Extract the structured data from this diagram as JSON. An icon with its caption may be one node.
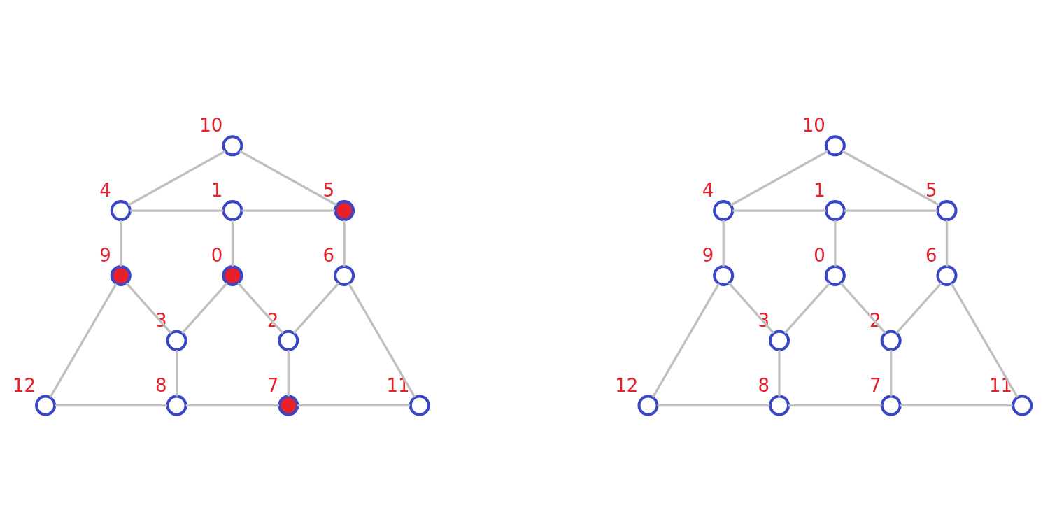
{
  "diagram": {
    "nodes": [
      {
        "text": [],
        "shape": "circle",
        "beside": [
          "10"
        ]
      },
      {
        "text": [],
        "shape": "circle",
        "beside": [
          "4"
        ]
      },
      {
        "text": [],
        "shape": "circle",
        "beside": [
          "1"
        ]
      },
      {
        "text": [],
        "shape": "circle",
        "beside": [
          "5"
        ]
      },
      {
        "text": [],
        "shape": "circle",
        "beside": [
          "9"
        ]
      },
      {
        "text": [],
        "shape": "circle",
        "beside": [
          "0"
        ]
      },
      {
        "text": [],
        "shape": "circle",
        "beside": [
          "6"
        ]
      },
      {
        "text": [],
        "shape": "circle",
        "beside": [
          "3"
        ]
      },
      {
        "text": [],
        "shape": "circle",
        "beside": [
          "2"
        ]
      },
      {
        "text": [],
        "shape": "circle",
        "beside": [
          "12"
        ]
      },
      {
        "text": [],
        "shape": "circle",
        "beside": [
          "11"
        ]
      },
      {
        "text": [],
        "shape": "circle",
        "beside": [
          "8"
        ]
      },
      {
        "text": [],
        "shape": "circle",
        "beside": [
          "7"
        ]
      },
      {
        "text": [],
        "shape": "circle",
        "beside": [
          "10"
        ]
      },
      {
        "text": [],
        "shape": "circle",
        "beside": [
          "4"
        ]
      },
      {
        "text": [],
        "shape": "circle",
        "beside": [
          "1"
        ]
      },
      {
        "text": [],
        "shape": "circle",
        "beside": [
          "5"
        ]
      },
      {
        "text": [],
        "shape": "circle",
        "beside": [
          "9"
        ]
      },
      {
        "text": [],
        "shape": "circle",
        "beside": [
          "0"
        ]
      },
      {
        "text": [],
        "shape": "circle",
        "beside": [
          "6"
        ]
      },
      {
        "text": [],
        "shape": "circle",
        "beside": [
          "3"
        ]
      },
      {
        "text": [],
        "shape": "circle",
        "beside": [
          "2"
        ]
      },
      {
        "text": [],
        "shape": "circle",
        "beside": [
          "12"
        ]
      },
      {
        "text": [],
        "shape": "circle",
        "beside": [
          "11"
        ]
      },
      {
        "text": [],
        "shape": "circle",
        "beside": [
          "8"
        ]
      },
      {
        "text": [],
        "shape": "circle",
        "beside": [
          "7"
        ]
      }
    ],
    "edges": [
      {
        "from": 0,
        "to": 1,
        "arrow": "none"
      },
      {
        "from": 0,
        "to": 3,
        "arrow": "none"
      },
      {
        "from": 1,
        "to": 2,
        "arrow": "none"
      },
      {
        "from": 2,
        "to": 3,
        "arrow": "none"
      },
      {
        "from": 2,
        "to": 5,
        "arrow": "none"
      },
      {
        "from": 1,
        "to": 4,
        "arrow": "none"
      },
      {
        "from": 3,
        "to": 6,
        "arrow": "none"
      },
      {
        "from": 4,
        "to": 7,
        "arrow": "none"
      },
      {
        "from": 4,
        "to": 9,
        "arrow": "none"
      },
      {
        "from": 5,
        "to": 7,
        "arrow": "none"
      },
      {
        "from": 5,
        "to": 8,
        "arrow": "none"
      },
      {
        "from": 6,
        "to": 8,
        "arrow": "none"
      },
      {
        "from": 6,
        "to": 10,
        "arrow": "none"
      },
      {
        "from": 7,
        "to": 11,
        "arrow": "none"
      },
      {
        "from": 8,
        "to": 12,
        "arrow": "none"
      },
      {
        "from": 9,
        "to": 11,
        "arrow": "none"
      },
      {
        "from": 11,
        "to": 12,
        "arrow": "none"
      },
      {
        "from": 12,
        "to": 10,
        "arrow": "none"
      },
      {
        "from": 13,
        "to": 14,
        "arrow": "none"
      },
      {
        "from": 13,
        "to": 16,
        "arrow": "none"
      },
      {
        "from": 14,
        "to": 15,
        "arrow": "none"
      },
      {
        "from": 15,
        "to": 16,
        "arrow": "none"
      },
      {
        "from": 15,
        "to": 18,
        "arrow": "none"
      },
      {
        "from": 14,
        "to": 17,
        "arrow": "none"
      },
      {
        "from": 16,
        "to": 19,
        "arrow": "none"
      },
      {
        "from": 17,
        "to": 20,
        "arrow": "none"
      },
      {
        "from": 17,
        "to": 22,
        "arrow": "none"
      },
      {
        "from": 18,
        "to": 20,
        "arrow": "none"
      },
      {
        "from": 18,
        "to": 21,
        "arrow": "none"
      },
      {
        "from": 19,
        "to": 21,
        "arrow": "none"
      },
      {
        "from": 19,
        "to": 23,
        "arrow": "none"
      },
      {
        "from": 20,
        "to": 24,
        "arrow": "none"
      },
      {
        "from": 21,
        "to": 25,
        "arrow": "none"
      },
      {
        "from": 22,
        "to": 24,
        "arrow": "none"
      },
      {
        "from": 24,
        "to": 25,
        "arrow": "none"
      },
      {
        "from": 25,
        "to": 23,
        "arrow": "none"
      }
    ]
  }
}
